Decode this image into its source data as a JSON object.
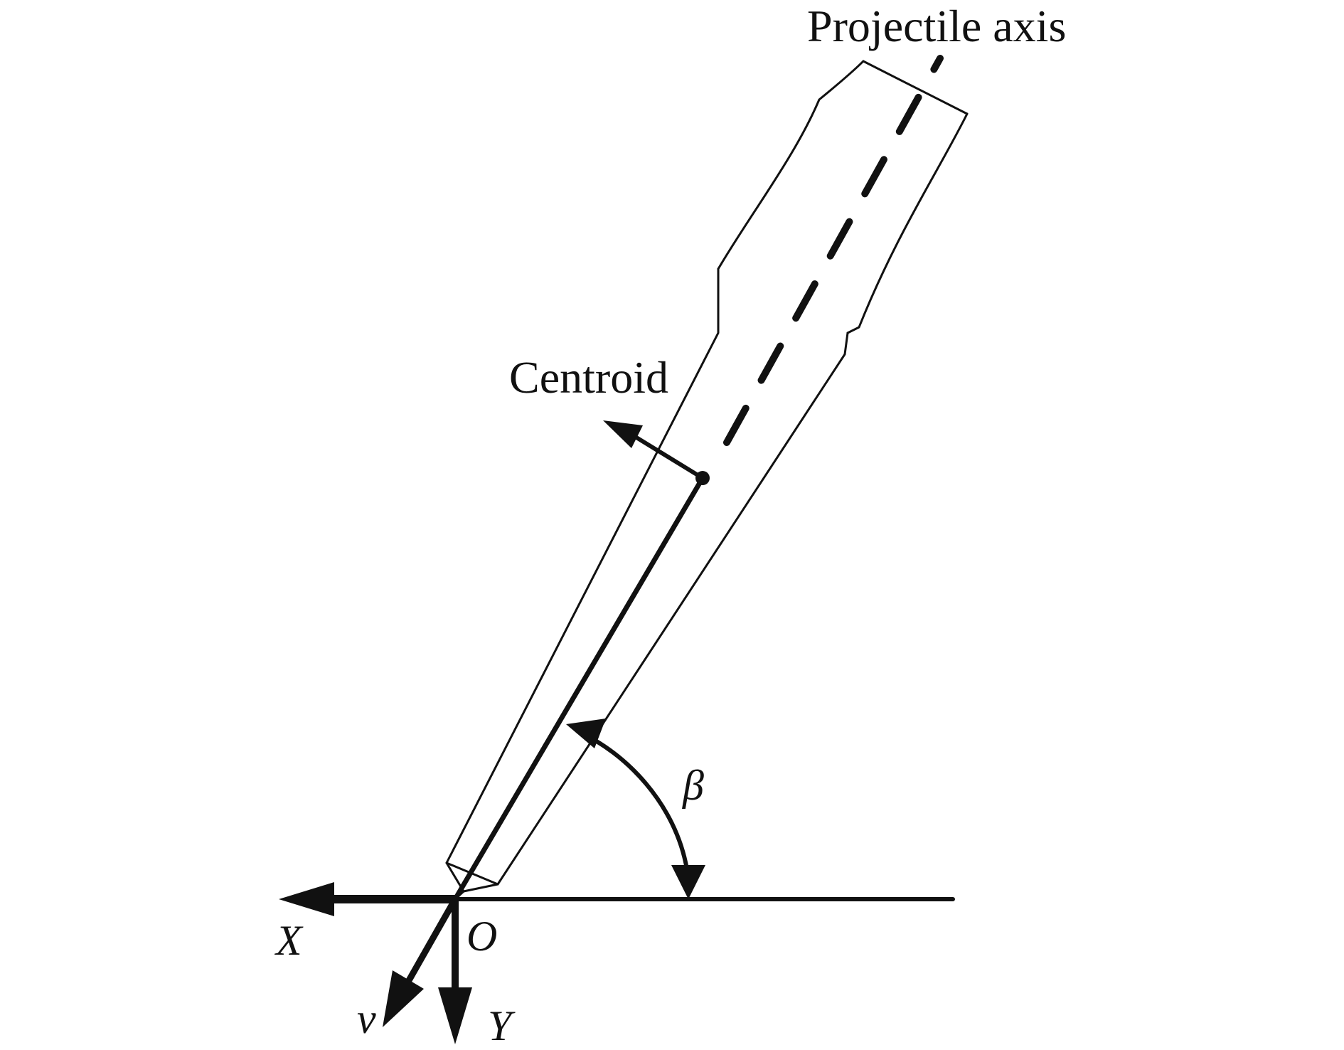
{
  "labels": {
    "projectile_axis": "Projectile axis",
    "centroid": "Centroid",
    "beta": "β",
    "x_axis": "X",
    "y_axis": "Y",
    "origin": "O",
    "velocity": "v"
  },
  "colors": {
    "line": "#111111",
    "background": "#ffffff"
  }
}
